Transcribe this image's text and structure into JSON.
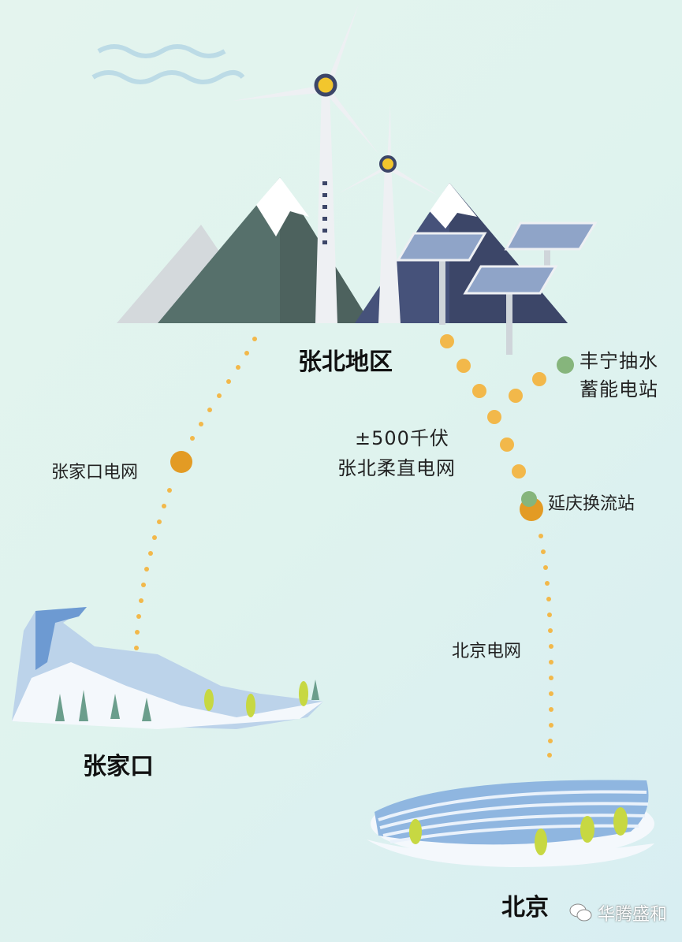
{
  "labels": {
    "zhangbei_region": "张北地区",
    "fengning_line1": "丰宁抽水",
    "fengning_line2": "蓄能电站",
    "dc_grid_line1": "±500千伏",
    "dc_grid_line2": "张北柔直电网",
    "zhangjiakou_grid": "张家口电网",
    "yanqing_station": "延庆换流站",
    "beijing_grid": "北京电网",
    "zhangjiakou": "张家口",
    "beijing": "北京"
  },
  "watermark": {
    "text": "华腾盛和",
    "icon": "wechat-icon"
  },
  "colors": {
    "dot": "#f2b84a",
    "node_orange": "#e39b24",
    "node_green": "#86b57c",
    "mountain_dark": "#56706b",
    "mountain_blue": "#46527a"
  }
}
